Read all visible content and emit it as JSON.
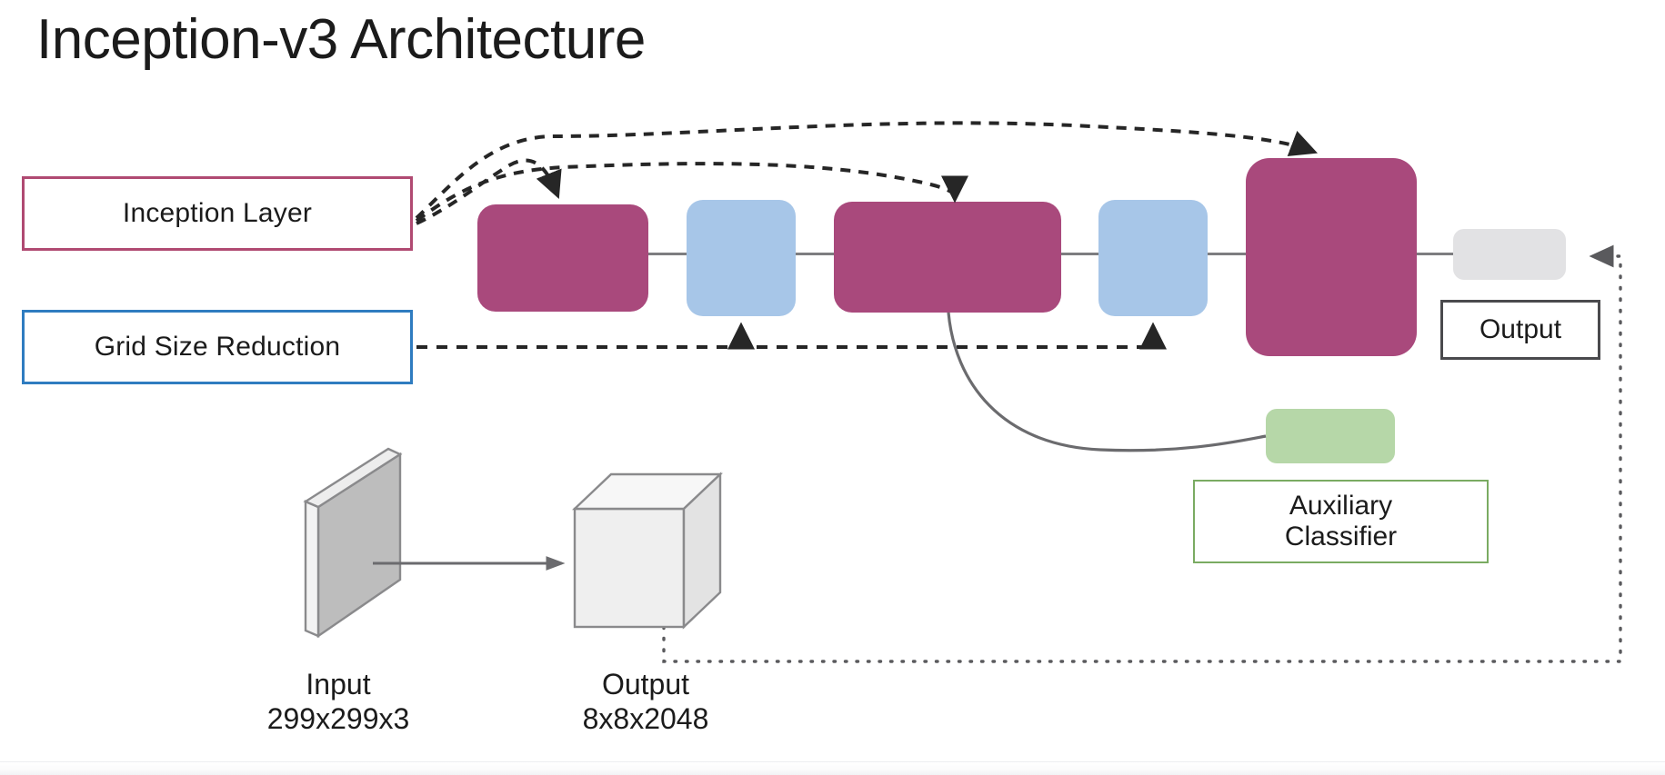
{
  "page": {
    "title": "Inception-v3 Architecture",
    "background": "#ffffff"
  },
  "legend": {
    "items": [
      {
        "key": "inception_layer",
        "label": "Inception Layer",
        "border_color": "#b04a72"
      },
      {
        "key": "grid_size_reduction",
        "label": "Grid Size Reduction",
        "border_color": "#2f7cc0"
      }
    ]
  },
  "pipeline": {
    "blocks": [
      {
        "index": 1,
        "type": "inception",
        "color": "#a9497c",
        "label": ""
      },
      {
        "index": 2,
        "type": "reduction",
        "color": "#a7c6e8",
        "label": ""
      },
      {
        "index": 3,
        "type": "inception",
        "color": "#a9497c",
        "label": ""
      },
      {
        "index": 4,
        "type": "reduction",
        "color": "#a7c6e8",
        "label": ""
      },
      {
        "index": 5,
        "type": "inception",
        "color": "#a9497c",
        "label": ""
      },
      {
        "index": 6,
        "type": "output",
        "color": "#e2e2e4",
        "label": ""
      }
    ]
  },
  "output_box": {
    "label": "Output",
    "border_color": "#4a4a4d"
  },
  "auxiliary": {
    "block_color": "#b6d7a8",
    "border_color": "#7aab62",
    "line1": "Auxiliary",
    "line2": "Classifier"
  },
  "shapes": {
    "input": {
      "caption_title": "Input",
      "caption_dims": "299x299x3",
      "fill": "#bfbfbf"
    },
    "output": {
      "caption_title": "Output",
      "caption_dims": "8x8x2048",
      "fill": "#eeeeee"
    }
  },
  "edges": {
    "inception_arrow_style": "dashed",
    "reduction_arrow_style": "dashed",
    "aux_arrow_style": "solid",
    "feedback_arrow_style": "dotted",
    "line_color": "#7d7d80",
    "arrow_color": "#262626"
  }
}
